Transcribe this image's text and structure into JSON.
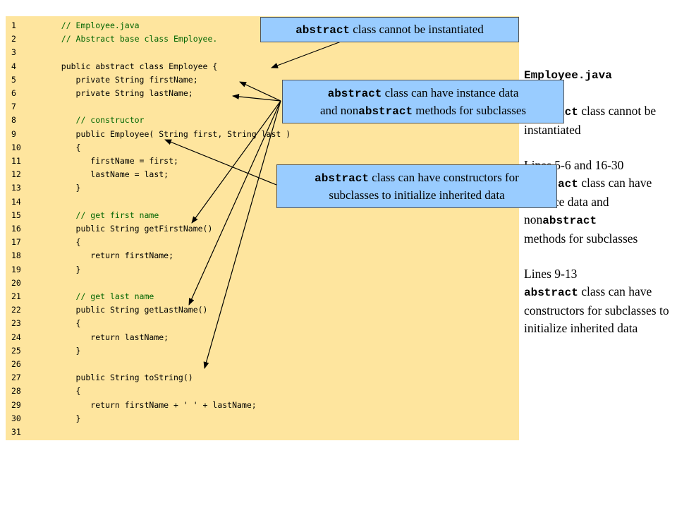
{
  "code_lines": [
    {
      "n": "1",
      "text": "   // Employee.java",
      "type": "comment"
    },
    {
      "n": "2",
      "text": "   // Abstract base class Employee.",
      "type": "comment"
    },
    {
      "n": "3",
      "text": "",
      "type": "code"
    },
    {
      "n": "4",
      "text": "   public abstract class Employee {",
      "type": "code"
    },
    {
      "n": "5",
      "text": "      private String firstName;",
      "type": "code"
    },
    {
      "n": "6",
      "text": "      private String lastName;",
      "type": "code"
    },
    {
      "n": "7",
      "text": "",
      "type": "code"
    },
    {
      "n": "8",
      "text": "      // constructor",
      "type": "comment"
    },
    {
      "n": "9",
      "text": "      public Employee( String first, String last )",
      "type": "code"
    },
    {
      "n": "10",
      "text": "      {",
      "type": "code"
    },
    {
      "n": "11",
      "text": "         firstName = first;",
      "type": "code"
    },
    {
      "n": "12",
      "text": "         lastName = last;",
      "type": "code"
    },
    {
      "n": "13",
      "text": "      }",
      "type": "code"
    },
    {
      "n": "14",
      "text": "",
      "type": "code"
    },
    {
      "n": "15",
      "text": "      // get first name",
      "type": "comment"
    },
    {
      "n": "16",
      "text": "      public String getFirstName()",
      "type": "code"
    },
    {
      "n": "17",
      "text": "      {",
      "type": "code"
    },
    {
      "n": "18",
      "text": "         return firstName;",
      "type": "code"
    },
    {
      "n": "19",
      "text": "      }",
      "type": "code"
    },
    {
      "n": "20",
      "text": "",
      "type": "code"
    },
    {
      "n": "21",
      "text": "      // get last name",
      "type": "comment"
    },
    {
      "n": "22",
      "text": "      public String getLastName()",
      "type": "code"
    },
    {
      "n": "23",
      "text": "      {",
      "type": "code"
    },
    {
      "n": "24",
      "text": "         return lastName;",
      "type": "code"
    },
    {
      "n": "25",
      "text": "      }",
      "type": "code"
    },
    {
      "n": "26",
      "text": "",
      "type": "code"
    },
    {
      "n": "27",
      "text": "      public String toString()",
      "type": "code"
    },
    {
      "n": "28",
      "text": "      {",
      "type": "code"
    },
    {
      "n": "29",
      "text": "         return firstName + ' ' + lastName;",
      "type": "code"
    },
    {
      "n": "30",
      "text": "      }",
      "type": "code"
    },
    {
      "n": "31",
      "text": "",
      "type": "code"
    }
  ],
  "callouts": {
    "c1": {
      "mono": "abstract",
      "text": " class cannot be instantiated"
    },
    "c2": {
      "mono1": "abstract",
      "text1": " class can have instance data",
      "text2": "and non",
      "mono2": "abstract",
      "text3": " methods for subclasses"
    },
    "c3": {
      "mono1": "abstract",
      "text1": " class can have constructors for",
      "text2": "subclasses to initialize inherited data"
    }
  },
  "side": {
    "file": "Employee.java",
    "n1_mono": "abstract",
    "n1_text": " class cannot be instantiated",
    "n2_lines": "Lines 5-6 and 16-30",
    "n2_mono": "abstract",
    "n2_text": " class can have instance data and non",
    "n2_mono2": "abstract",
    "n2_text2": " methods for subclasses",
    "n3_lines": "Lines 9-13",
    "n3_mono": "abstract",
    "n3_text": " class can have constructors for subclasses to initialize inherited data"
  },
  "colors": {
    "code_bg": "#fee59e",
    "callout_bg": "#99ccff",
    "comment": "#006400"
  }
}
